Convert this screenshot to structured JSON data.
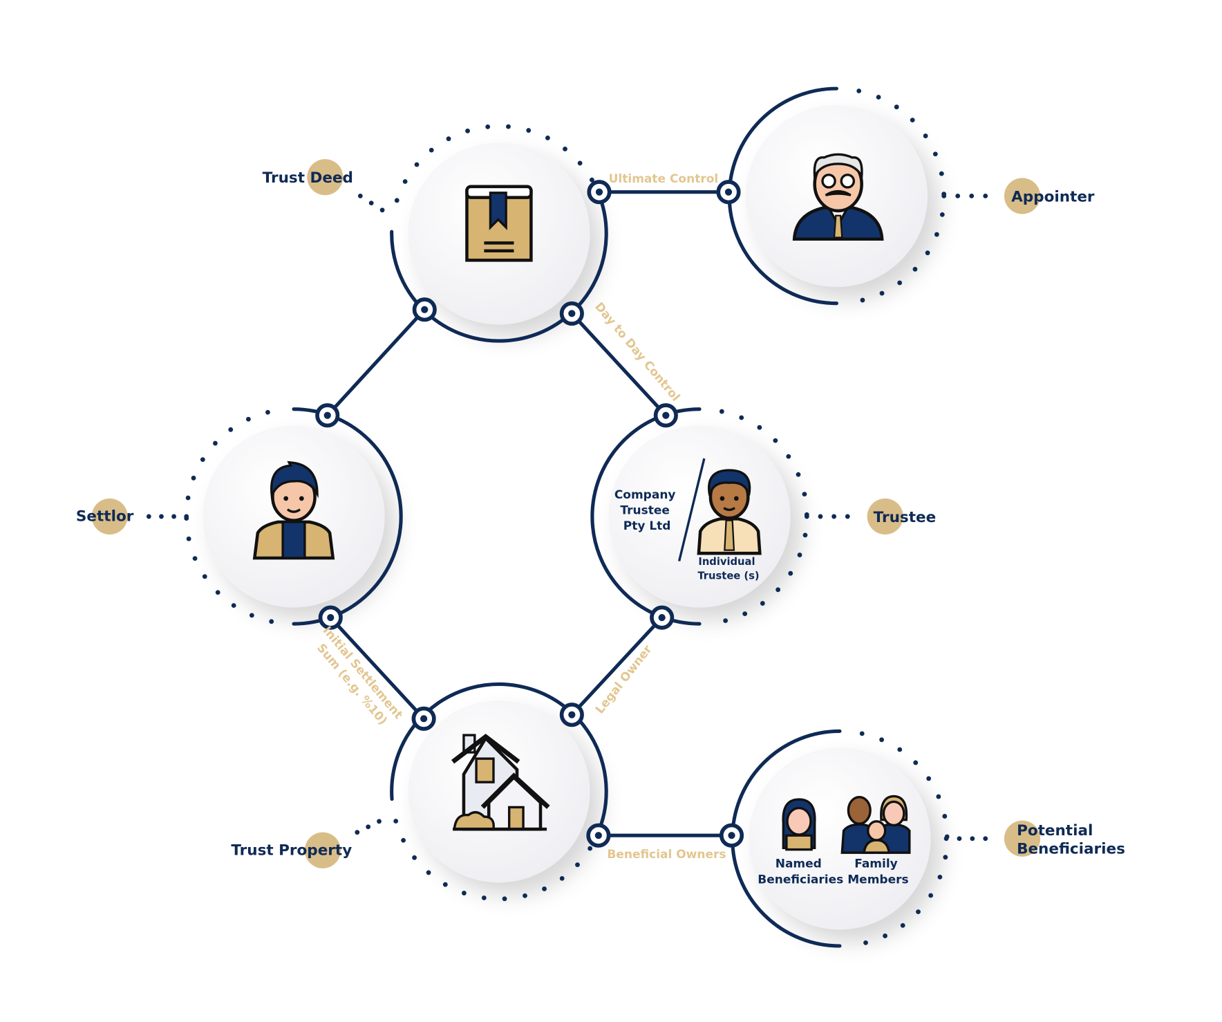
{
  "colors": {
    "navy": "#0f2a55",
    "tan": "#d9bd88",
    "tan_text": "#e2c690",
    "circle_fill": "#f4f4f7"
  },
  "nodes": {
    "trust_deed": {
      "label": "Trust Deed",
      "icon": "book-icon"
    },
    "appointer": {
      "label": "Appointer",
      "icon": "old-man-icon"
    },
    "settlor": {
      "label": "Settlor",
      "icon": "man-icon"
    },
    "trustee": {
      "label": "Trustee",
      "icon": "businessman-icon",
      "company_lines": [
        "Company",
        "Trustee",
        "Pty Ltd"
      ],
      "individual_lines": [
        "Individual",
        "Trustee (s)"
      ]
    },
    "trust_property": {
      "label": "Trust Property",
      "icon": "houses-icon"
    },
    "potential_beneficiaries": {
      "label_lines": [
        "Potential",
        "Beneficiaries"
      ],
      "icon": "family-icon",
      "named_lines": [
        "Named",
        "Beneficiaries"
      ],
      "family_lines": [
        "Family",
        "Members"
      ]
    }
  },
  "connections": {
    "ultimate_control": "Ultimate Control",
    "day_to_day_control": "Day to Day Control",
    "initial_settlement_lines": [
      "Initial Settlement",
      "Sum (e.g. %10)"
    ],
    "legal_owner": "Legal Owner",
    "beneficial_owners": "Beneficial Owners"
  }
}
